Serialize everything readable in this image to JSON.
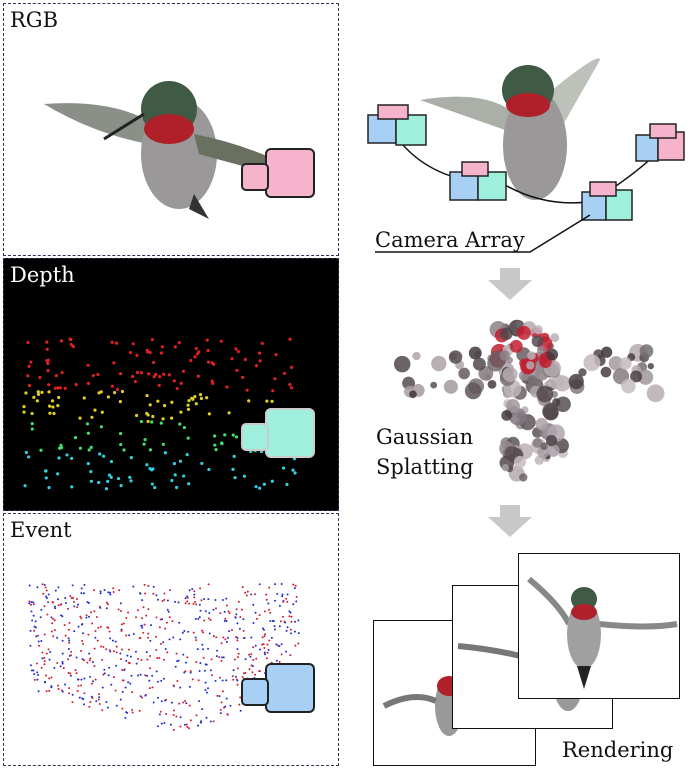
{
  "panels": {
    "rgb": "RGB",
    "depth": "Depth",
    "event": "Event"
  },
  "labels": {
    "camera_array": "Camera Array",
    "gaussian_line1": "Gaussian",
    "gaussian_line2": "Splatting",
    "rendering": "Rendering"
  },
  "colors": {
    "border": "#2a3550",
    "depth_bg": "#000000",
    "arrow": "#c8c8c8",
    "cam_pink": "#f6b3cc",
    "cam_cyan": "#9ef0dc",
    "cam_blue": "#a8d0f5"
  }
}
